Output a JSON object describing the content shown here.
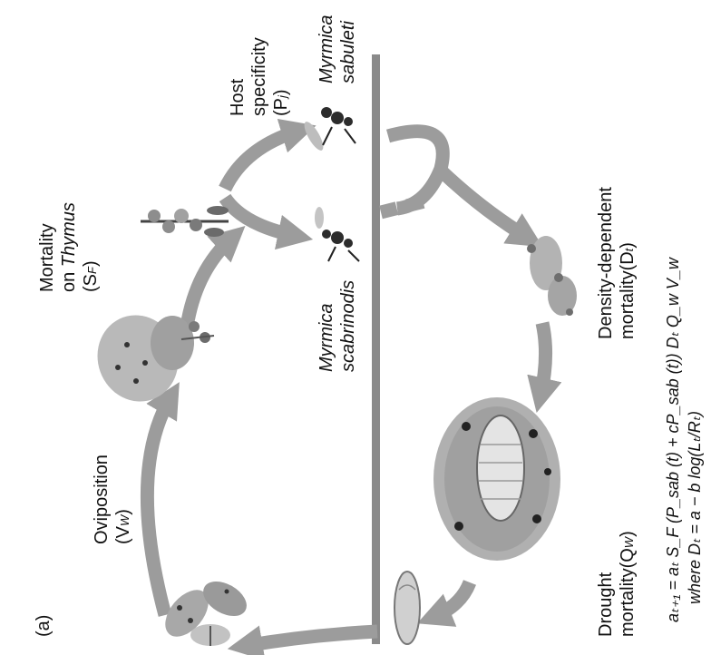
{
  "panel_label": "(a)",
  "colors": {
    "arrow": "#9c9c9c",
    "divider": "#8a8a8a"
  },
  "stages": {
    "oviposition": {
      "line1": "Oviposition",
      "line2_main": "(V",
      "line2_sub": "W",
      "line2_end": ")"
    },
    "thymus": {
      "line1": "Mortality",
      "line2_main": "on ",
      "line2_italic": "Thymus",
      "line3_main": "(S",
      "line3_sub": "F",
      "line3_end": ")"
    },
    "host": {
      "line1": "Host",
      "line2": "specificity",
      "line3_main": "(P",
      "line3_sub": "j",
      "line3_end": ")"
    },
    "sabuleti": {
      "line1": "Myrmica",
      "line2": "sabuleti"
    },
    "scabrinodis": {
      "line1": "Myrmica",
      "line2": "scabrinodis"
    },
    "density": {
      "line1": "Density-dependent",
      "line2_main": "mortality(D",
      "line2_sub": "t",
      "line2_end": ")"
    },
    "drought": {
      "line1": "Drought",
      "line2_main": "mortality(Q",
      "line2_sub": "W",
      "line2_end": ")"
    }
  },
  "equation": {
    "line1": "aₜ₊₁ = aₜ S_F (P_sab (t) + cP_sab (t)) Dₜ Q_w V_w",
    "line2": "where Dₜ = a − b log(Lₜ/Rₜ)"
  },
  "icons": [
    "butterfly-pair-icon",
    "butterfly-on-flower-icon",
    "thymus-flower-icon",
    "ant-carrying-larva-icon",
    "ant-with-larva-icon",
    "larvae-cluster-icon",
    "ant-nest-icon",
    "chrysalis-icon"
  ]
}
